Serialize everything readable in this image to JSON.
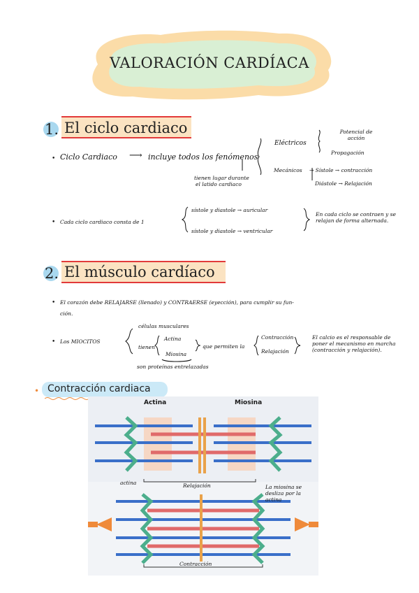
{
  "title": "VALORACIÓN CARDÍACA",
  "section1": {
    "number": "1.",
    "heading": "El ciclo cardiaco",
    "line1_a": "Ciclo Cardiaco",
    "line1_arrow": "⟶",
    "line1_b": "incluye todos los fenómenos",
    "under_line1": "tienen lugar durante",
    "under_line2": "el latido cardiaco",
    "electricos": "Eléctricos",
    "potencial": "Potencial de acción",
    "propagacion": "Propagación",
    "mecanicos": "Mecánicos",
    "sistole_contraccion": "→ Sístole → contracción",
    "diastole_relajacion": "Diástole → Relajación",
    "line2": "Cada ciclo cardiaco consta de 1",
    "sd_auricular": "sístole y diastole → auricular",
    "sd_ventricular": "sístole y diastole → ventricular",
    "alternada": "En cada ciclo se contraen y se relajan de forma alternada."
  },
  "section2": {
    "number": "2.",
    "heading": "El músculo cardíaco",
    "corazon_line1": "El corazón debe RELAJARSE (llenado) y CONTRAERSE (eyección), para cumplir su fun-",
    "corazon_line2": "ción.",
    "los_miocitos": "Los MIOCITOS",
    "celulas": "células musculares",
    "tienen": "tienen",
    "actina": "Actina",
    "miosina": "Miosina",
    "permiten": "que permiten la",
    "contraccion": "Contracción",
    "relajacion": "Relajación",
    "proteinas": "son proteínas entrelazadas",
    "calcio": "El calcio es el responsable de poner el mecanismo en marcha (contracción y relajación)."
  },
  "subsection": {
    "bullet": "•",
    "title": "Contracción cardiaca"
  },
  "figure": {
    "label_actina": "Actina",
    "label_miosina": "Miosina",
    "label_relajacion": "Relajación",
    "label_actina_hand": "actina",
    "label_note": "La miosina se desliza por la actina",
    "label_contraccion": "Contracción"
  },
  "colors": {
    "title_blob_outer": "#fbdca8",
    "title_blob_inner": "#d9efd4",
    "heading_highlight": "#fbe3c2",
    "heading_rule": "#e23a3a",
    "number_circle": "#a9d8ef",
    "actin": "#3a6fc9",
    "myosin": "#e06a6a",
    "zdisk": "#4cae8c",
    "arrow": "#ef8a3a"
  }
}
